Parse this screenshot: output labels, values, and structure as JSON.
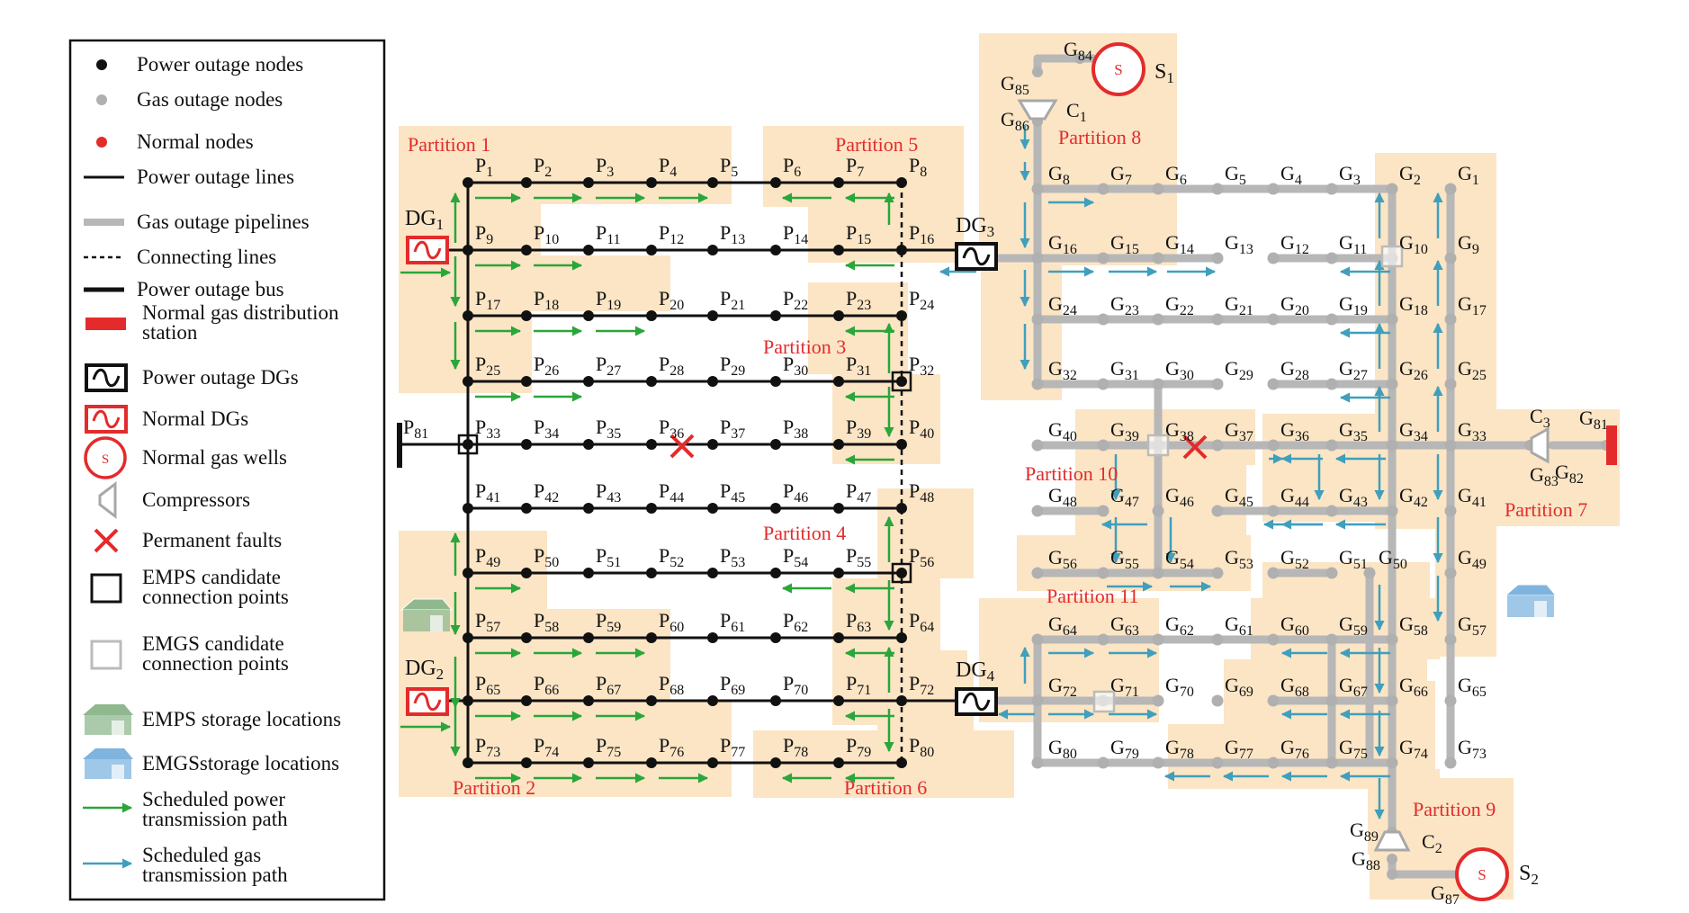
{
  "legend": {
    "items": [
      {
        "label": "Power outage nodes"
      },
      {
        "label": "Gas outage nodes"
      },
      {
        "label": "Normal nodes"
      },
      {
        "label": "Power outage lines"
      },
      {
        "label": "Gas outage pipelines"
      },
      {
        "label": "Connecting lines"
      },
      {
        "label": "Power outage bus"
      },
      {
        "label": "Normal gas distribution",
        "label2": "station"
      },
      {
        "label": "Power outage DGs"
      },
      {
        "label": "Normal DGs"
      },
      {
        "label": "Normal gas wells"
      },
      {
        "label": "Compressors"
      },
      {
        "label": "Permanent faults"
      },
      {
        "label": "EMPS candidate",
        "label2": "connection points"
      },
      {
        "label": "EMGS candidate",
        "label2": "connection points"
      },
      {
        "label": "EMPS storage locations"
      },
      {
        "label": "EMGSstorage locations"
      },
      {
        "label": "Scheduled power",
        "label2": "transmission path"
      },
      {
        "label": "Scheduled gas",
        "label2": "transmission path"
      }
    ],
    "well_symbol": "S"
  },
  "partitions": [
    {
      "label": "Partition 1"
    },
    {
      "label": "Partition 2"
    },
    {
      "label": "Partition 3"
    },
    {
      "label": "Partition 4"
    },
    {
      "label": "Partition 5"
    },
    {
      "label": "Partition 6"
    },
    {
      "label": "Partition 7"
    },
    {
      "label": "Partition 8"
    },
    {
      "label": "Partition 9"
    },
    {
      "label": "Partition 10"
    },
    {
      "label": "Partition 11"
    }
  ],
  "power_rows": [
    [
      "1",
      "2",
      "3",
      "4",
      "5",
      "6",
      "7",
      "8"
    ],
    [
      "9",
      "10",
      "11",
      "12",
      "13",
      "14",
      "15",
      "16"
    ],
    [
      "17",
      "18",
      "19",
      "20",
      "21",
      "22",
      "23",
      "24"
    ],
    [
      "25",
      "26",
      "27",
      "28",
      "29",
      "30",
      "31",
      "32"
    ],
    [
      "33",
      "34",
      "35",
      "36",
      "37",
      "38",
      "39",
      "40"
    ],
    [
      "41",
      "42",
      "43",
      "44",
      "45",
      "46",
      "47",
      "48"
    ],
    [
      "49",
      "50",
      "51",
      "52",
      "53",
      "54",
      "55",
      "56"
    ],
    [
      "57",
      "58",
      "59",
      "60",
      "61",
      "62",
      "63",
      "64"
    ],
    [
      "65",
      "66",
      "67",
      "68",
      "69",
      "70",
      "71",
      "72"
    ],
    [
      "73",
      "74",
      "75",
      "76",
      "77",
      "78",
      "79",
      "80"
    ]
  ],
  "p81": "81",
  "dgs": [
    {
      "base": "DG",
      "sub": "1"
    },
    {
      "base": "DG",
      "sub": "2"
    },
    {
      "base": "DG",
      "sub": "3"
    },
    {
      "base": "DG",
      "sub": "4"
    }
  ],
  "gas_rows": [
    [
      "8",
      "7",
      "6",
      "5",
      "4",
      "3",
      "2",
      "1"
    ],
    [
      "16",
      "15",
      "14",
      "13",
      "12",
      "11",
      "10",
      "9"
    ],
    [
      "24",
      "23",
      "22",
      "21",
      "20",
      "19",
      "18",
      "17"
    ],
    [
      "32",
      "31",
      "30",
      "29",
      "28",
      "27",
      "26",
      "25"
    ],
    [
      "40",
      "39",
      "38",
      "37",
      "36",
      "35",
      "34",
      "33"
    ],
    [
      "48",
      "47",
      "46",
      "45",
      "44",
      "43",
      "42",
      "41"
    ],
    [
      "56",
      "55",
      "54",
      "53",
      "52",
      "51",
      "50",
      "49"
    ],
    [
      "64",
      "63",
      "62",
      "61",
      "60",
      "59",
      "58",
      "57"
    ],
    [
      "72",
      "71",
      "70",
      "69",
      "68",
      "67",
      "66",
      "65"
    ],
    [
      "80",
      "79",
      "78",
      "77",
      "76",
      "75",
      "74",
      "73"
    ]
  ],
  "gas_extra": [
    "84",
    "85",
    "86",
    "81",
    "83",
    "82",
    "89",
    "88",
    "87"
  ],
  "wells": [
    {
      "base": "S",
      "sub": "1"
    },
    {
      "base": "S",
      "sub": "2"
    }
  ],
  "compressors": [
    {
      "base": "C",
      "sub": "1"
    },
    {
      "base": "C",
      "sub": "2"
    },
    {
      "base": "C",
      "sub": "3"
    }
  ],
  "colors": {
    "partition_fill": "#fbe5c5",
    "power": "#111111",
    "gas": "#b7b7b7",
    "gas_node": "#b0b0b0",
    "red": "#e32b2b",
    "green_arrow": "#2aa63a",
    "blue_arrow": "#3f9fbd",
    "emps_storage": "#8fb88f",
    "emgs_storage": "#7fb4df"
  }
}
